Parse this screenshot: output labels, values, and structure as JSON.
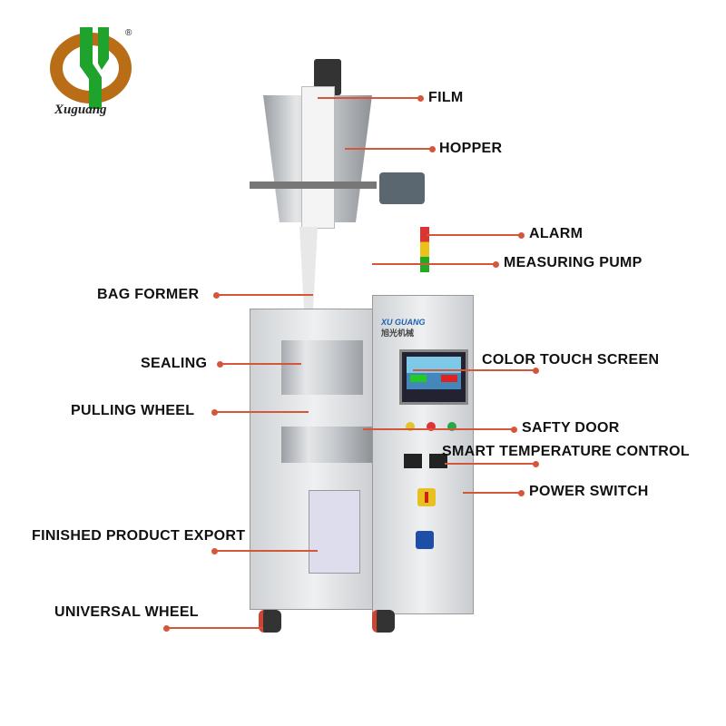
{
  "logo": {
    "brand": "Xuguang",
    "registered": "®"
  },
  "machine_panel": {
    "brand": "XU GUANG",
    "brand_cn": "旭光机械"
  },
  "labels": {
    "film": "FILM",
    "hopper": "HOPPER",
    "alarm": "ALARM",
    "measuring_pump": "MEASURING PUMP",
    "bag_former": "BAG FORMER",
    "sealing": "SEALING",
    "color_touch_screen": "COLOR TOUCH SCREEN",
    "pulling_wheel": "PULLING WHEEL",
    "safty_door": "SAFTY DOOR",
    "smart_temperature_control": "SMART TEMPERATURE CONTROL",
    "power_switch": "POWER SWITCH",
    "finished_product_export": "FINISHED PRODUCT EXPORT",
    "universal_wheel": "UNIVERSAL WHEEL"
  },
  "colors": {
    "leader": "#d5573b",
    "logo_green": "#1fa32c",
    "logo_brown": "#b86d16"
  }
}
